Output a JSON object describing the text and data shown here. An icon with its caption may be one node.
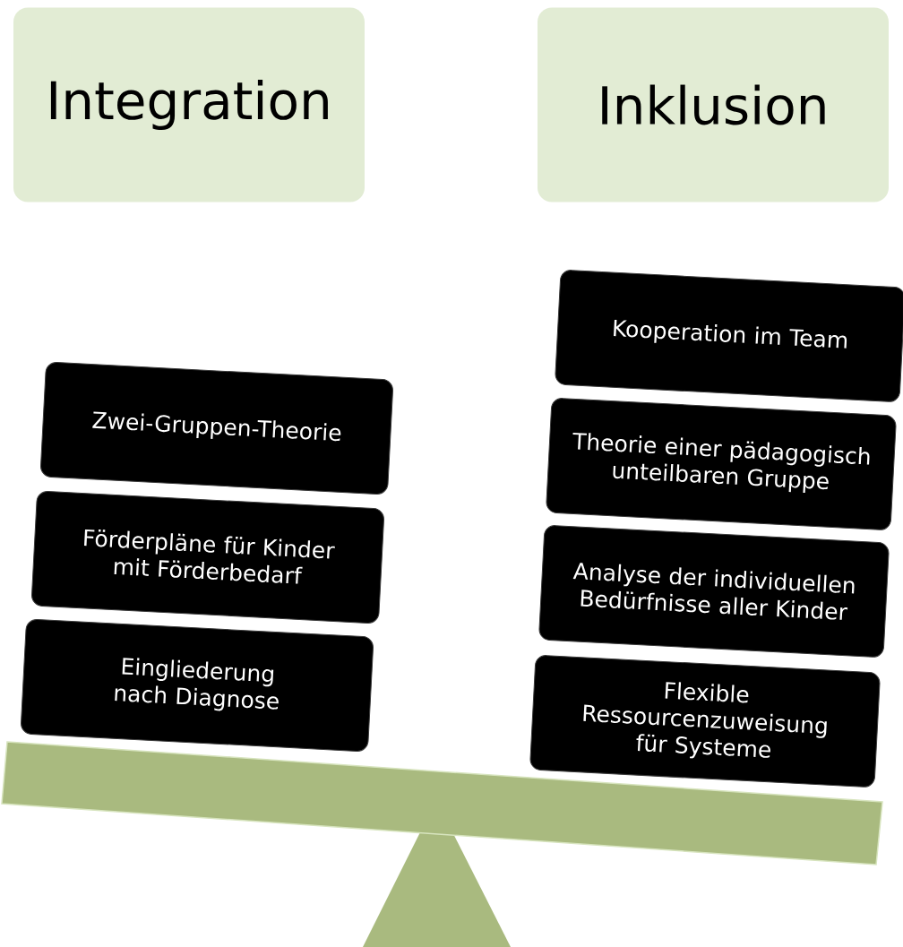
{
  "diagram": {
    "nodes": [
      {
        "text": [
          "Integration"
        ]
      },
      {
        "text": [
          "Inklusion"
        ]
      },
      {
        "text": [
          "Zwei-Gruppen-Theorie"
        ]
      },
      {
        "text": [
          "Förderpläne für Kinder mit Förderbedarf"
        ]
      },
      {
        "text": [
          "Eingliederung nach Diagnose"
        ]
      },
      {
        "text": [
          "Kooperation im Team"
        ]
      },
      {
        "text": [
          "Theorie einer pädagogisch unteilbaren Gruppe"
        ]
      },
      {
        "text": [
          "Analyse der individuellen Bedürfnisse aller Kinder"
        ]
      },
      {
        "text": [
          "Flexible Ressourcenzuweisung für Systeme"
        ]
      }
    ]
  }
}
